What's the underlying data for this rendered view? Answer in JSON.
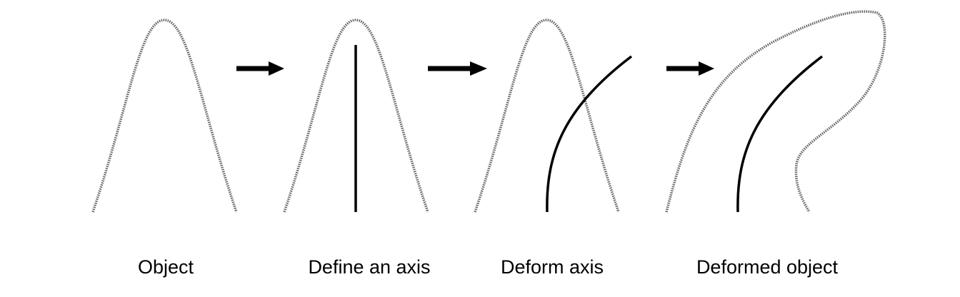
{
  "steps": [
    {
      "label": "Object"
    },
    {
      "label": "Define an axis"
    },
    {
      "label": "Deform axis"
    },
    {
      "label": "Deformed object"
    }
  ],
  "colors": {
    "dotted_outline": "#666666",
    "axis": "#000000",
    "arrow": "#000000",
    "text": "#000000"
  }
}
